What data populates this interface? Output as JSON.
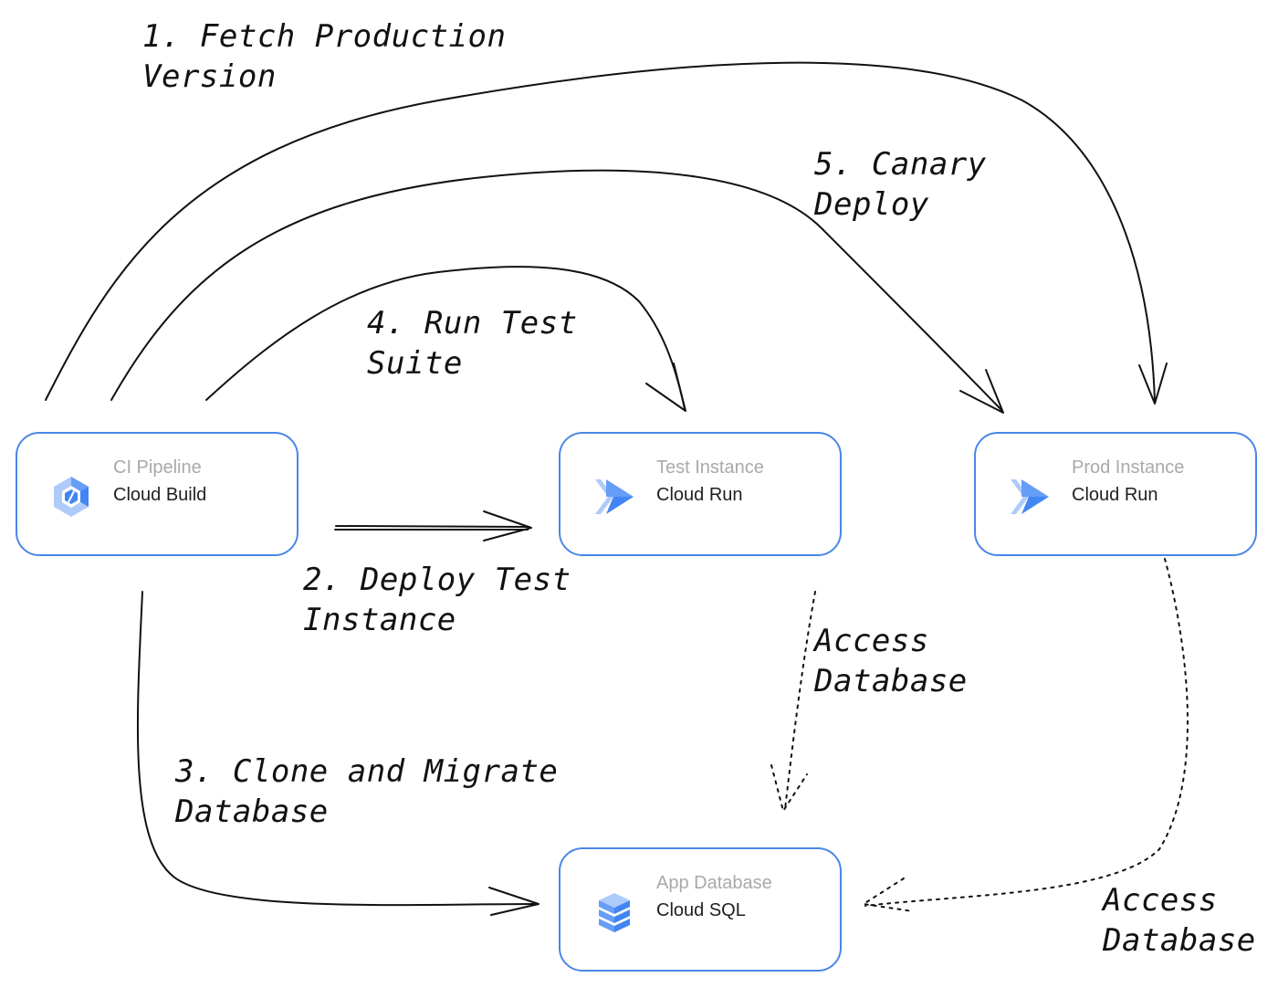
{
  "nodes": {
    "ci_pipeline": {
      "kind": "CI Pipeline",
      "service": "Cloud Build",
      "icon": "cloud-build-icon"
    },
    "test_instance": {
      "kind": "Test Instance",
      "service": "Cloud Run",
      "icon": "cloud-run-icon"
    },
    "prod_instance": {
      "kind": "Prod Instance",
      "service": "Cloud Run",
      "icon": "cloud-run-icon"
    },
    "app_database": {
      "kind": "App Database",
      "service": "Cloud SQL",
      "icon": "cloud-sql-icon"
    }
  },
  "edges": {
    "fetch_production": {
      "line1": "1. Fetch Production",
      "line2": "Version"
    },
    "deploy_test": {
      "line1": "2. Deploy Test",
      "line2": "Instance"
    },
    "clone_migrate": {
      "line1": "3. Clone and Migrate",
      "line2": "Database"
    },
    "run_tests": {
      "line1": "4. Run Test",
      "line2": "Suite"
    },
    "canary_deploy": {
      "line1": "5. Canary",
      "line2": "Deploy"
    },
    "test_access_db": {
      "line1": "Access",
      "line2": "Database"
    },
    "prod_access_db": {
      "line1": "Access",
      "line2": "Database"
    }
  },
  "colors": {
    "node_border": "#4a86e8",
    "kind_text": "#a9a9a9",
    "icon_blue_dark": "#4285f4",
    "icon_blue_light": "#aecbfa",
    "stroke": "#111111"
  }
}
